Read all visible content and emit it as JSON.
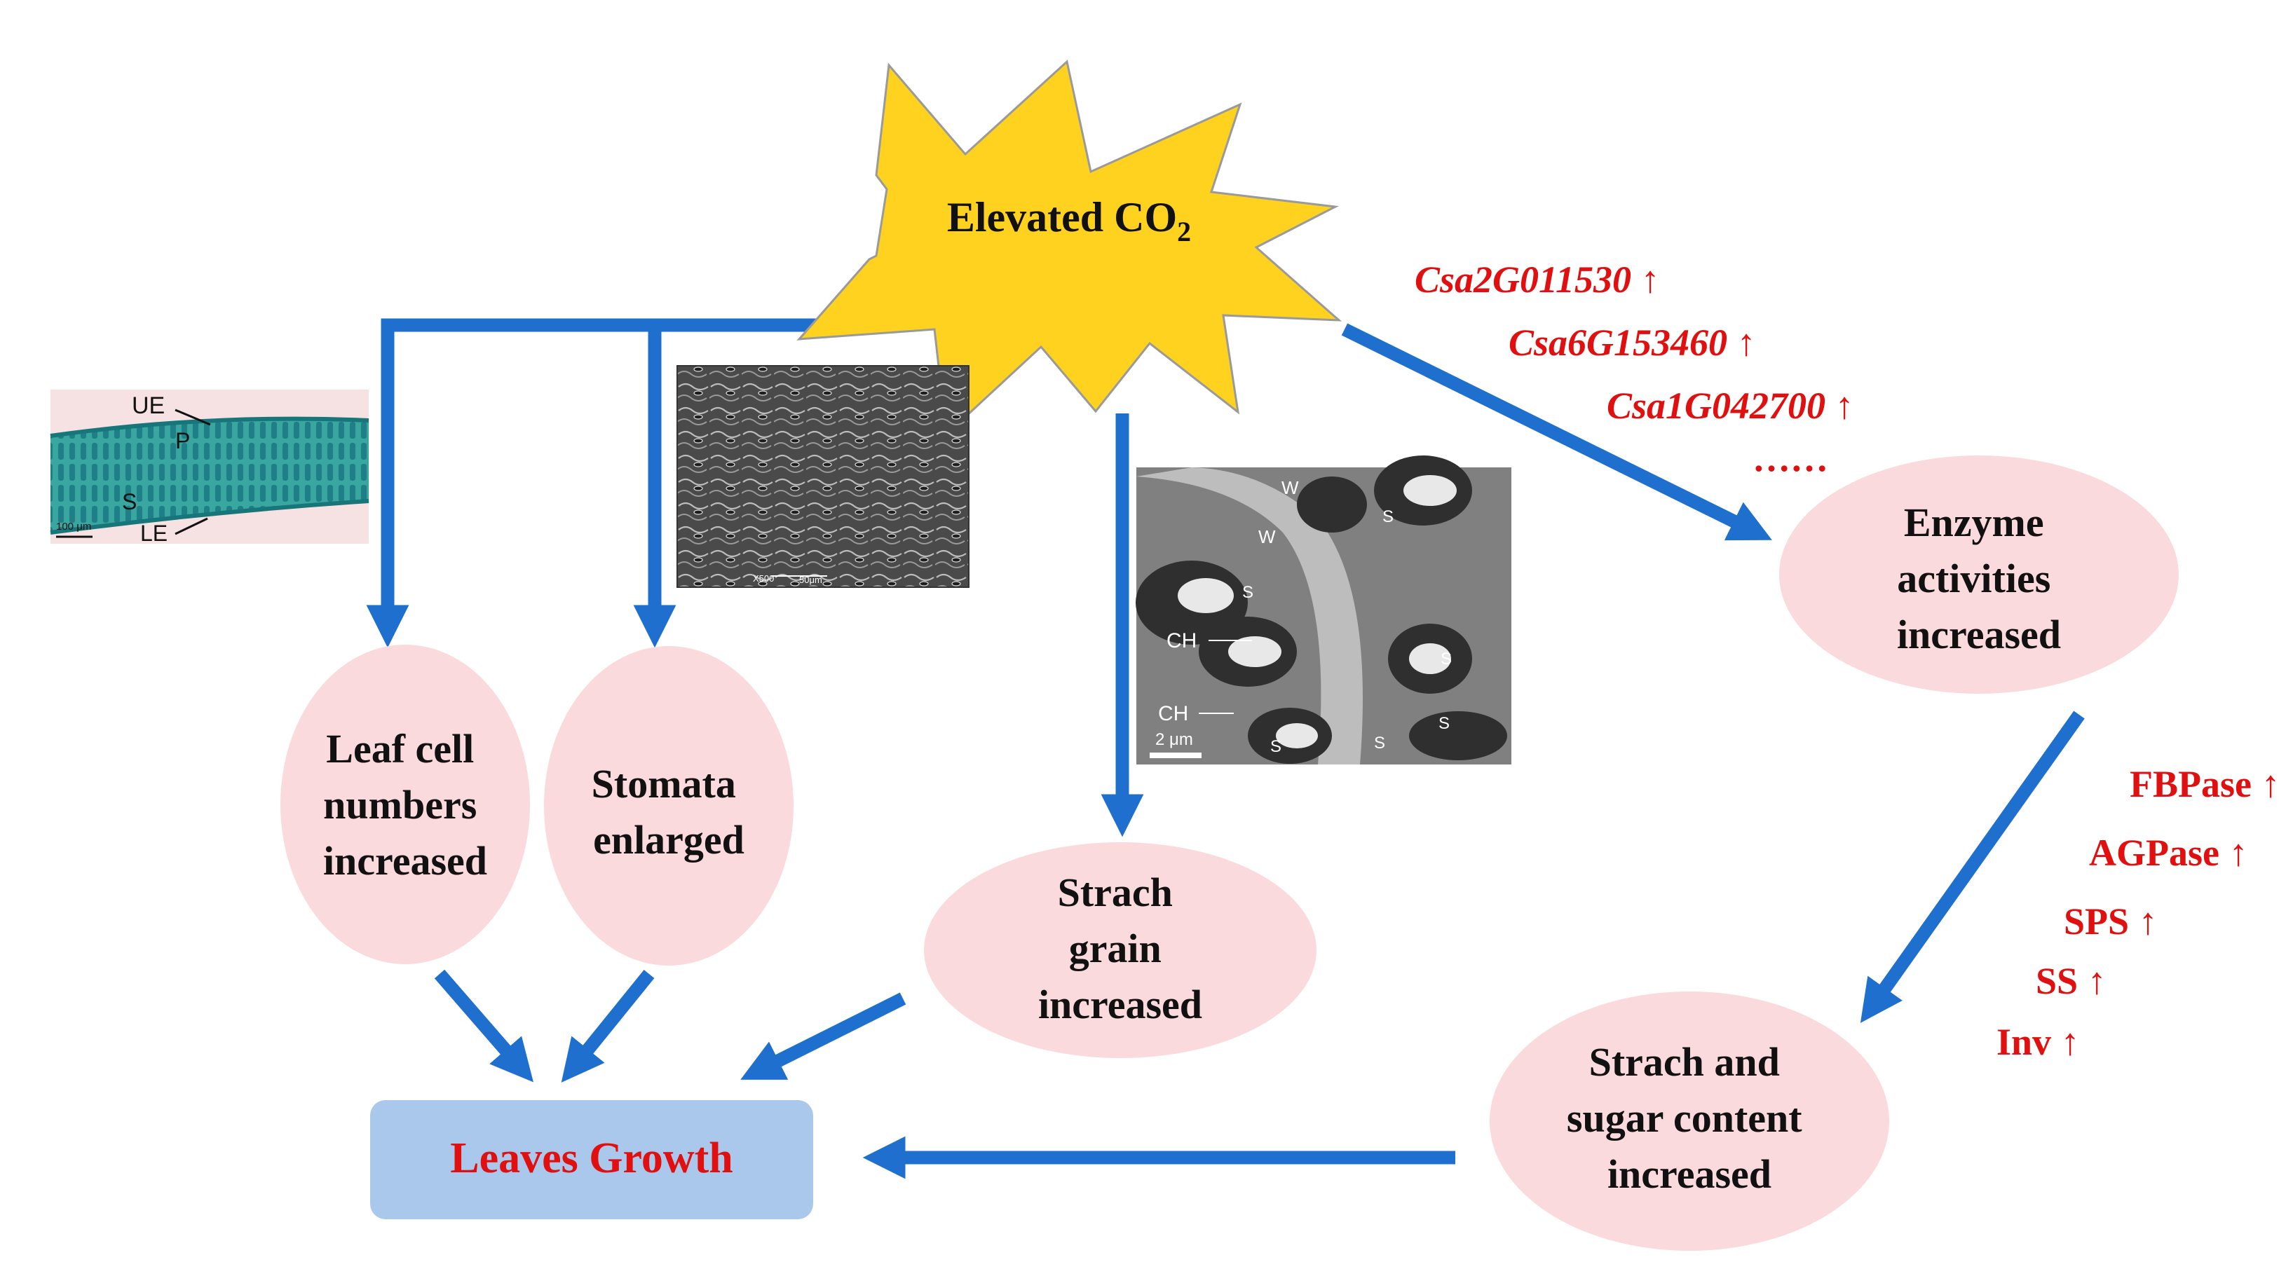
{
  "center": {
    "label": "Elevated CO",
    "subscript": "2",
    "color": "#ffd21f"
  },
  "nodes": {
    "leaf_cells": [
      "Leaf cell",
      "numbers",
      "increased"
    ],
    "stomata": [
      "Stomata",
      "enlarged"
    ],
    "starch_grain": [
      "Strach",
      "grain",
      "increased"
    ],
    "enzyme": [
      "Enzyme",
      "activities",
      "increased"
    ],
    "starch_sugar": [
      "Strach and",
      "sugar content",
      "increased"
    ],
    "leaves_growth": "Leaves Growth"
  },
  "genes": [
    "Csa2G011530 ↑",
    "Csa6G153460 ↑",
    "Csa1G042700 ↑",
    "……"
  ],
  "enzymes": [
    "FBPase ↑",
    "AGPase ↑",
    "SPS ↑",
    "SS ↑",
    "Inv ↑"
  ],
  "micrographs": {
    "cross_section": {
      "labels": [
        "UE",
        "P",
        "S",
        "LE"
      ],
      "scale": "100 μm"
    },
    "sem": {
      "magnification": "X500",
      "scale": "50μm"
    },
    "tem": {
      "labels": [
        "W",
        "W",
        "S",
        "S",
        "S",
        "CH",
        "CH",
        "S",
        "S",
        "S"
      ],
      "scale": "2 μm"
    }
  },
  "colors": {
    "arrow": "#1f6fcf",
    "ellipse": "#fadadd",
    "growth_box": "#aac8ec",
    "highlight_text": "#e01010"
  }
}
